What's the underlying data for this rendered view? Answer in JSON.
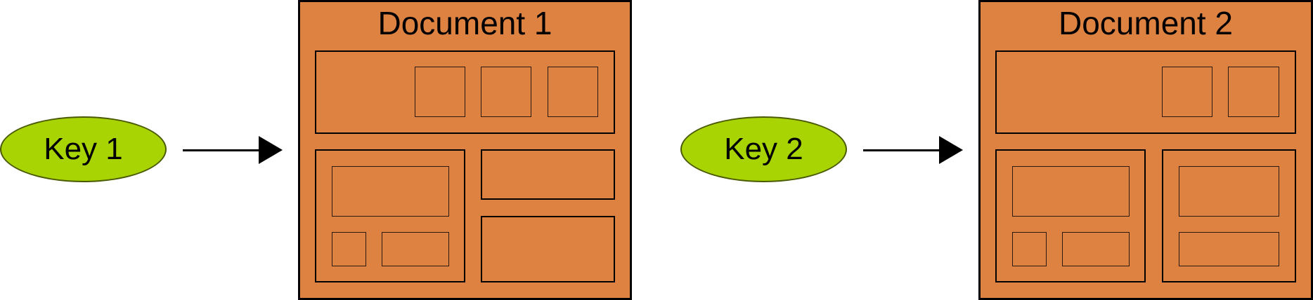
{
  "colors": {
    "document_fill": "#de8241",
    "key_fill": "#a8d403",
    "line": "#000000"
  },
  "keys": [
    {
      "label": "Key 1"
    },
    {
      "label": "Key 2"
    }
  ],
  "documents": [
    {
      "title": "Document 1"
    },
    {
      "title": "Document 2"
    }
  ]
}
